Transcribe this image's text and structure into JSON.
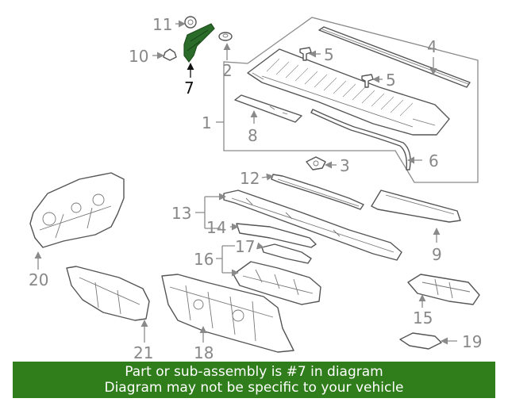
{
  "callouts": {
    "c1": "1",
    "c2": "2",
    "c3": "3",
    "c4": "4",
    "c5a": "5",
    "c5b": "5",
    "c6": "6",
    "c7": "7",
    "c8": "8",
    "c9": "9",
    "c10": "10",
    "c11": "11",
    "c12": "12",
    "c13": "13",
    "c14": "14",
    "c15": "15",
    "c16": "16",
    "c17": "17",
    "c18": "18",
    "c19": "19",
    "c20": "20",
    "c21": "21"
  },
  "highlight": {
    "callout": "7",
    "color": "#2a6b2a"
  },
  "banner": {
    "line1": "Part or sub-assembly is #7 in diagram",
    "line2": "Diagram may not be specific to your vehicle",
    "background": "#2f7d1b"
  }
}
